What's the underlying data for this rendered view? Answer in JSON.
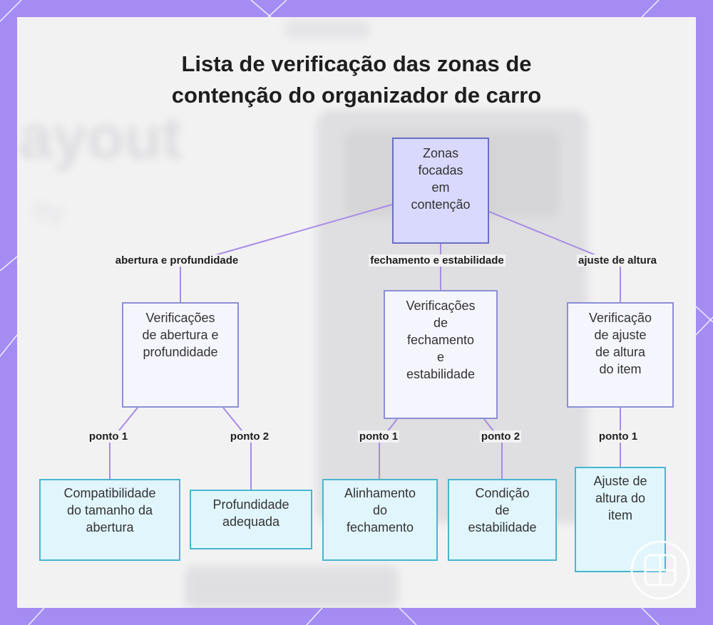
{
  "title": "Lista de verificação das zonas de\ncontenção do organizador de carro",
  "colors": {
    "frame": "#a58cf3",
    "root_fill": "#d9d9fd",
    "mid_fill": "#f5f5fd",
    "leaf_fill": "#e1f6fc",
    "edge": "#a78be6"
  },
  "nodes": {
    "root": "Zonas\nfocadas\nem\ncontenção",
    "opening_checks": "Verificações\nde abertura e\nprofundidade",
    "closing_checks": "Verificações\nde\nfechamento\ne\nestabilidade",
    "height_check": "Verificação\nde ajuste\nde altura\ndo item",
    "size_compat": "Compatibilidade\ndo tamanho da\nabertura",
    "depth": "Profundidade\nadequada",
    "closure_align": "Alinhamento\ndo\nfechamento",
    "stability": "Condição\nde\nestabilidade",
    "height_fit": "Ajuste de\naltura do\nitem"
  },
  "edge_labels": {
    "opening": "abertura e profundidade",
    "closing": "fechamento e estabilidade",
    "height": "ajuste de altura",
    "p1a": "ponto 1",
    "p2a": "ponto 2",
    "p1b": "ponto 1",
    "p2b": "ponto 2",
    "p1c": "ponto 1"
  },
  "logo_icon": "grid-logo-icon"
}
